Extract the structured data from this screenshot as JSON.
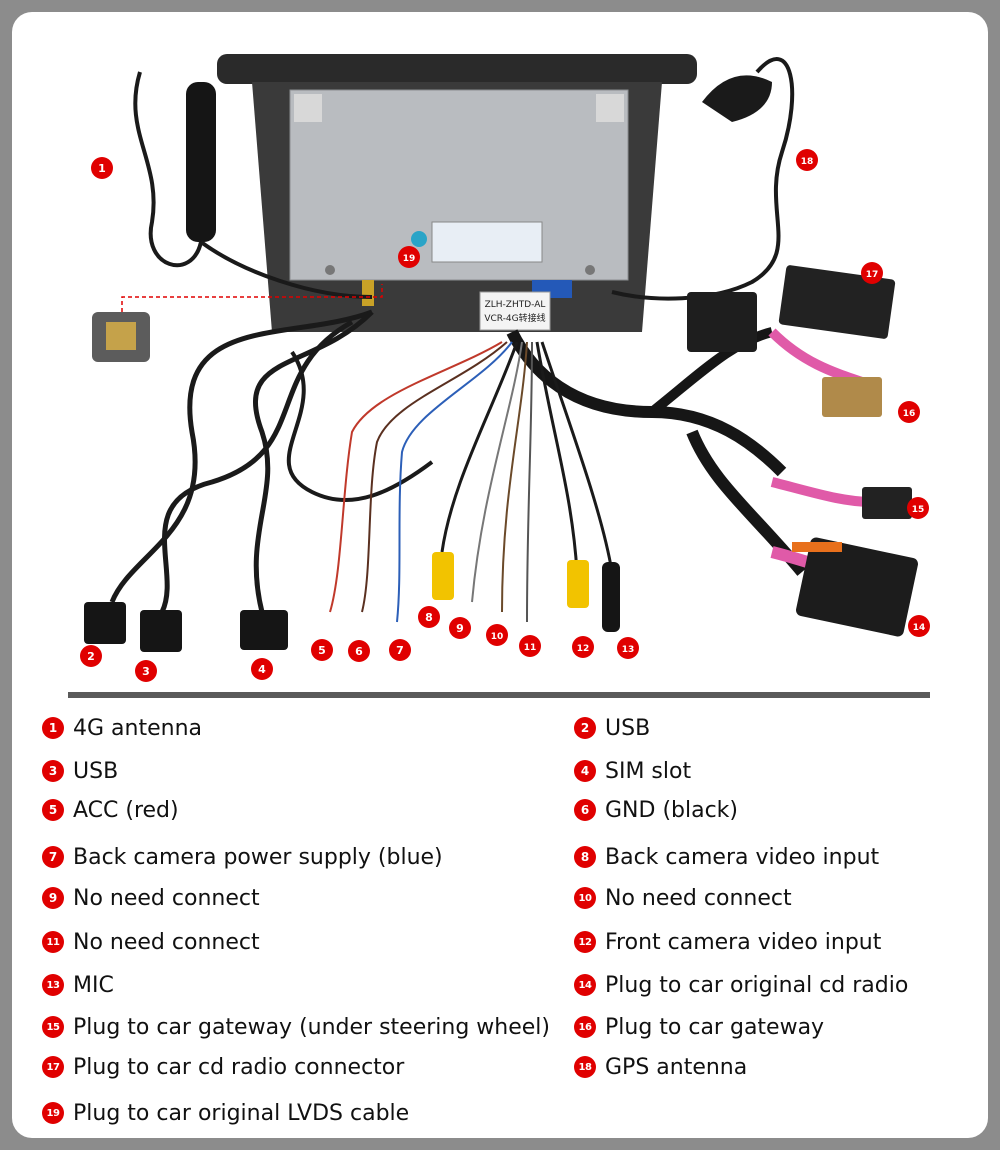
{
  "colors": {
    "badge": "#e00000",
    "wire_black": "#1a1a1a",
    "wire_red": "#c0392b",
    "wire_blue": "#2c5fb8",
    "wire_pink": "#e05aa8",
    "rca_yellow": "#f2c300",
    "connector_tan": "#b08a4a"
  },
  "icons": {
    "badge": "red-circle-number",
    "antenna": "stick-antenna-icon",
    "gps": "gps-puck-icon",
    "usb": "usb-plug-icon",
    "rca": "rca-plug-icon"
  },
  "diagram": {
    "unit_label_line1": "ZLH-ZHTD-AL",
    "unit_label_line2": "VCR-4G转接线",
    "callouts": [
      "1",
      "2",
      "3",
      "4",
      "5",
      "6",
      "7",
      "8",
      "9",
      "10",
      "11",
      "12",
      "13",
      "14",
      "15",
      "16",
      "17",
      "18",
      "19"
    ]
  },
  "legend": [
    {
      "num": "1",
      "text": "4G antenna"
    },
    {
      "num": "2",
      "text": "USB"
    },
    {
      "num": "3",
      "text": "USB"
    },
    {
      "num": "4",
      "text": "SIM slot"
    },
    {
      "num": "5",
      "text": "ACC (red)"
    },
    {
      "num": "6",
      "text": "GND (black)"
    },
    {
      "num": "7",
      "text": "Back camera power supply (blue)"
    },
    {
      "num": "8",
      "text": "Back camera video input"
    },
    {
      "num": "9",
      "text": "No need connect"
    },
    {
      "num": "10",
      "text": "No need connect"
    },
    {
      "num": "11",
      "text": "No need connect"
    },
    {
      "num": "12",
      "text": "Front camera video input"
    },
    {
      "num": "13",
      "text": "MIC"
    },
    {
      "num": "14",
      "text": "Plug to car original cd radio"
    },
    {
      "num": "15",
      "text": "Plug to car gateway (under steering wheel)"
    },
    {
      "num": "16",
      "text": "Plug to car gateway"
    },
    {
      "num": "17",
      "text": "Plug to car cd radio connector"
    },
    {
      "num": "18",
      "text": "GPS antenna"
    },
    {
      "num": "19",
      "text": "Plug to car original LVDS cable"
    }
  ]
}
